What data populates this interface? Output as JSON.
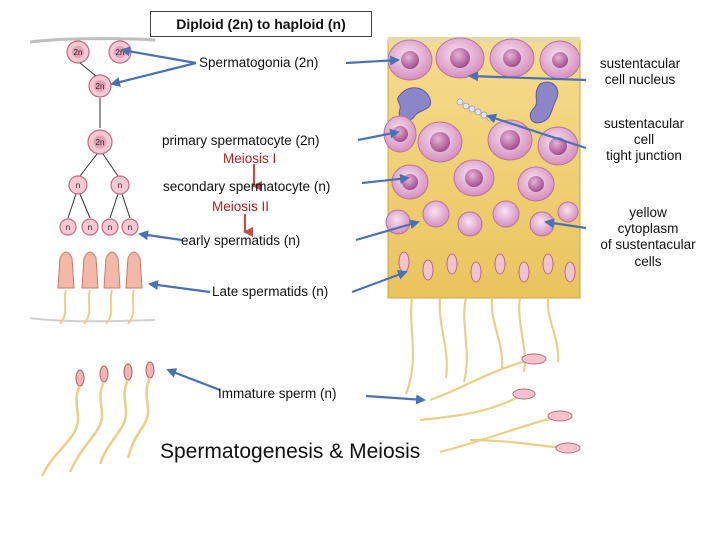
{
  "header": {
    "title": "Diploid (2n) to haploid (n)"
  },
  "footer": {
    "title": "Spermatogenesis & Meiosis"
  },
  "left_labels": {
    "spermatogonia": "Spermatogonia (2n)",
    "primary": "primary spermatocyte (2n)",
    "meiosis1": "Meiosis I",
    "secondary": "secondary spermatocyte (n)",
    "meiosis2": "Meiosis II",
    "early": "early spermatids (n)",
    "late": "Late spermatids (n)",
    "immature": "Immature sperm (n)"
  },
  "right_labels": {
    "nucleus_l1": "sustentacular",
    "nucleus_l2": "cell nucleus",
    "tj_l1": "sustentacular",
    "tj_l2": "cell",
    "tj_l3": "tight junction",
    "cyto_l1": "yellow",
    "cyto_l2": "cytoplasm",
    "cyto_l3": "of sustentacular",
    "cyto_l4": "cells"
  },
  "cell_badges": {
    "diploid": "2n",
    "haploid": "n"
  },
  "colors": {
    "arrow": "#4a72b0",
    "meiosis_arrow": "#c0504d",
    "cytoplasm": "#f2d27a",
    "cell_fill": "#e9b8d9",
    "nucleus": "#c87ab4",
    "tail": "#e8cf8a"
  }
}
